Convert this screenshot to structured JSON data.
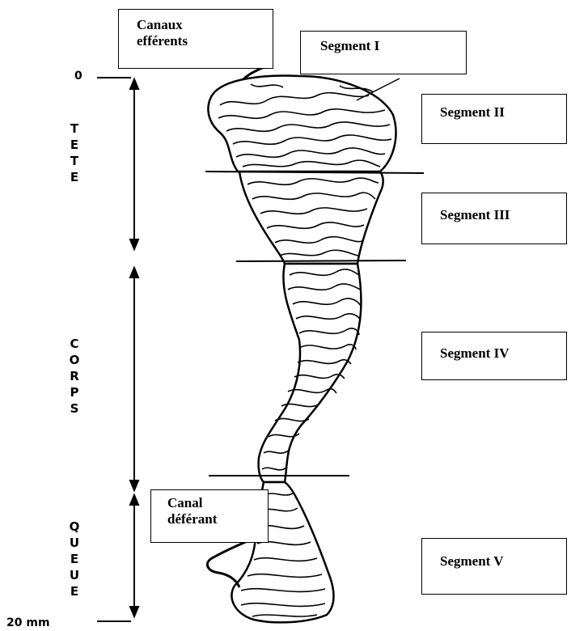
{
  "labels": {
    "canaux_efferents": "Canaux\nefférents",
    "segment_1": "Segment I",
    "segment_2": "Segment II",
    "segment_3": "Segment III",
    "segment_4": "Segment IV",
    "segment_5": "Segment V",
    "canal_deferant": "Canal\ndéférant"
  },
  "regions": {
    "tete": "TETE",
    "corps": "CORPS",
    "queue": "QUEUE"
  },
  "scale": {
    "top": "0",
    "bottom": "20 mm"
  }
}
